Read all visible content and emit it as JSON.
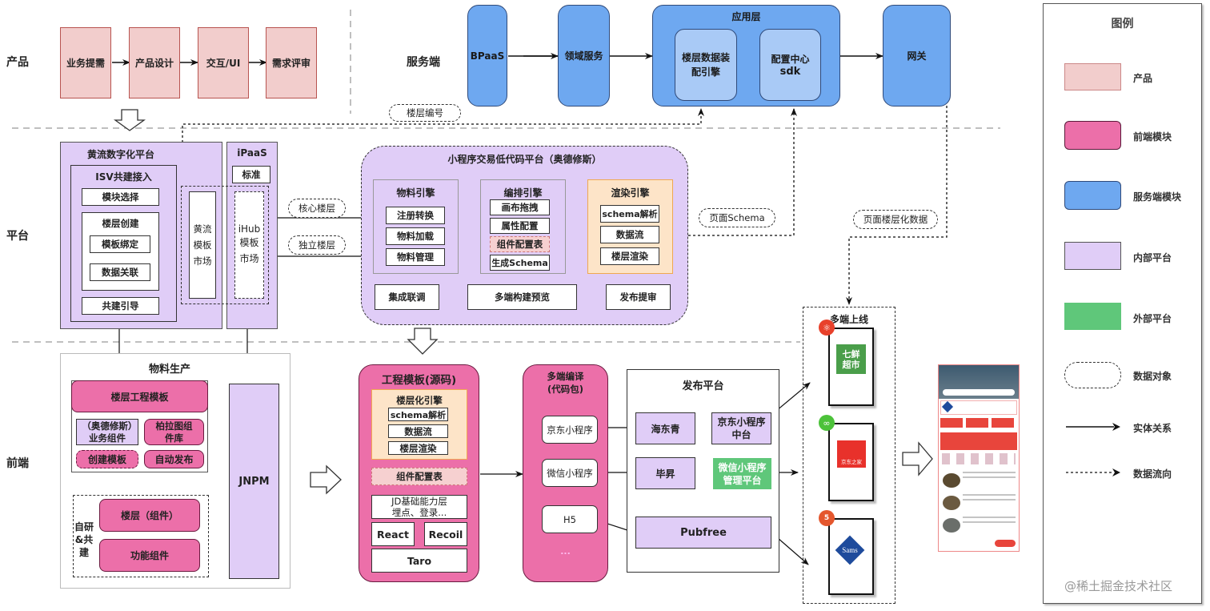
{
  "lanes": {
    "product": "产品",
    "service": "服务端",
    "platform": "平台",
    "frontend": "前端"
  },
  "product_flow": [
    "业务提需",
    "产品设计",
    "交互/UI",
    "需求评审"
  ],
  "service": {
    "bpaas": "BPaaS",
    "domain": "领域服务",
    "app_layer": {
      "title": "应用层",
      "engine": "楼层数据装配引擎",
      "config_sdk_line1": "配置中心",
      "config_sdk_line2": "sdk"
    },
    "gateway": "网关"
  },
  "data_objects": {
    "floor_id": "楼层编号",
    "core_floor": "核心楼层",
    "independent_floor": "独立楼层",
    "page_schema": "页面Schema",
    "page_floor_data": "页面楼层化数据"
  },
  "huangliu": {
    "title": "黄流数字化平台",
    "isv": {
      "title": "ISV共建接入",
      "module_select": "模块选择",
      "floor_create": {
        "title": "楼层创建",
        "items": [
          "模板绑定",
          "数据关联"
        ]
      },
      "guide": "共建引导"
    },
    "market": "黄流模板市场"
  },
  "ipaas": {
    "title": "iPaaS",
    "standard": "标准",
    "market_line1": "iHub",
    "market_line2": "模板市场"
  },
  "lowcode": {
    "title": "小程序交易低代码平台（奥德修斯）",
    "engines": [
      {
        "title": "物料引擎",
        "items": [
          "注册转换",
          "物料加载",
          "物料管理"
        ]
      },
      {
        "title": "编排引擎",
        "items": [
          "画布拖拽",
          "属性配置",
          "组件配置表",
          "生成Schema"
        ]
      },
      {
        "title": "渲染引擎",
        "items": [
          "schema解析",
          "数据流",
          "楼层渲染"
        ]
      }
    ],
    "bottom": [
      "集成联调",
      "多端构建预览",
      "发布提审"
    ]
  },
  "material": {
    "title": "物料生产",
    "floor_template": "楼层工程模板",
    "biz_components": "（奥德修斯）业务组件",
    "palatu": "柏拉图组件库",
    "create_template": "创建模板",
    "auto_publish": "自动发布",
    "self_build": "自研&共建",
    "floor_component": "楼层（组件）",
    "func_component": "功能组件",
    "jnpm": "JNPM"
  },
  "project_template": {
    "title": "工程模板(源码)",
    "engine_title": "楼层化引擎",
    "engine_items": [
      "schema解析",
      "数据流",
      "楼层渲染"
    ],
    "config_table": "组件配置表",
    "jd_base_line1": "JD基础能力层",
    "jd_base_line2": "埋点、登录...",
    "react": "React",
    "recoil": "Recoil",
    "taro": "Taro"
  },
  "compile": {
    "title_line1": "多端编译",
    "title_line2": "(代码包)",
    "targets": [
      "京东小程序",
      "微信小程序",
      "H5"
    ],
    "more": "..."
  },
  "publish": {
    "title": "发布平台",
    "haidongqing": "海东青",
    "jd_mini_center": "京东小程序中台",
    "bisheng": "毕昇",
    "wechat_admin": "微信小程序管理平台",
    "pubfree": "Pubfree"
  },
  "multi_online": {
    "title": "多端上线",
    "apps": [
      {
        "badge_icon": "jd-miniprogram-icon",
        "badge_color": "#e8412b",
        "logo": "七鲜超市",
        "logo_color": "#4a9e4a"
      },
      {
        "badge_icon": "wechat-miniprogram-icon",
        "badge_color": "#4cc23a",
        "logo": "京东之家",
        "logo_color": "#e8312b"
      },
      {
        "badge_icon": "html5-icon",
        "badge_color": "#e4572e",
        "logo": "Sams",
        "logo_color": "#1e4b9c"
      }
    ]
  },
  "legend": {
    "title": "图例",
    "items": [
      {
        "label": "产品",
        "kind": "product"
      },
      {
        "label": "前端模块",
        "kind": "frontend"
      },
      {
        "label": "服务端模块",
        "kind": "service"
      },
      {
        "label": "内部平台",
        "kind": "internal"
      },
      {
        "label": "外部平台",
        "kind": "external"
      },
      {
        "label": "数据对象",
        "kind": "data-object"
      },
      {
        "label": "实体关系",
        "kind": "solid-arrow"
      },
      {
        "label": "数据流向",
        "kind": "dashed-arrow"
      }
    ]
  },
  "watermark": "@稀土掘金技术社区",
  "colors": {
    "product": "#f2cdcc",
    "frontend": "#ec6fa9",
    "service": "#6ea8f0",
    "internal": "#e0cdf7",
    "external": "#5fc77a"
  }
}
